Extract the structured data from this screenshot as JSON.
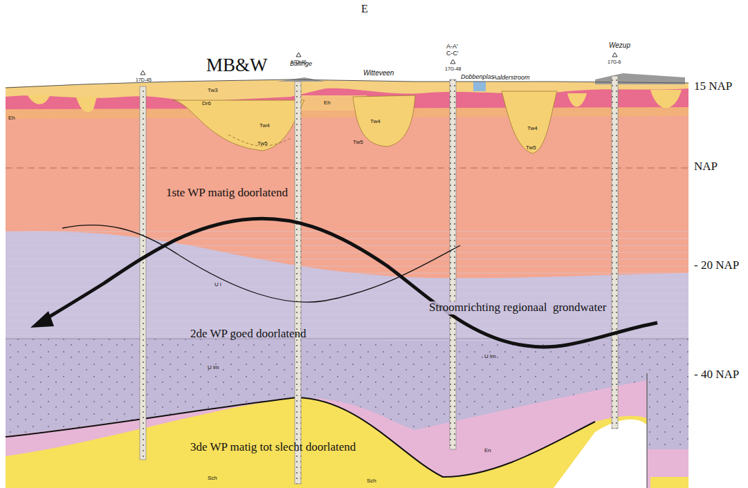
{
  "diagram": {
    "labels": [
      "MB&W",
      "15 NAP",
      "NAP",
      "- 20 NAP",
      "- 40 NAP",
      "1ste WP matig doorlatend",
      "2de WP goed doorlatend",
      "Stroomrichting regionaal  grondwater",
      "3de WP matig tot slecht doorlatend",
      "E",
      "Ballinge",
      "Witteveen",
      "Dobbenplas",
      "Aalderstroom",
      "Wezup",
      "17D-45",
      "17D-46",
      "A-A'",
      "C-C'",
      "17G-48",
      "17G-6",
      "Tw4",
      "Tw5",
      "Tw4",
      "Tw5",
      "Tw4",
      "Tw5",
      "Eh",
      "Eh",
      "Dr6",
      "Tw3",
      "U l",
      "U lm",
      "U lm",
      "En",
      "Sch",
      "Sch"
    ]
  }
}
